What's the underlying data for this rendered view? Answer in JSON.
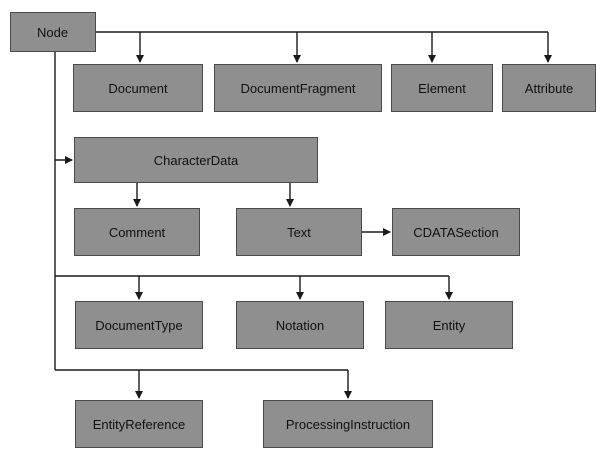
{
  "nodes": {
    "root": "Node",
    "document": "Document",
    "document_fragment": "DocumentFragment",
    "element": "Element",
    "attribute": "Attribute",
    "character_data": "CharacterData",
    "comment": "Comment",
    "text": "Text",
    "cdata_section": "CDATASection",
    "document_type": "DocumentType",
    "notation": "Notation",
    "entity": "Entity",
    "entity_reference": "EntityReference",
    "processing_instruction": "ProcessingInstruction"
  },
  "edges": [
    [
      "root",
      "document"
    ],
    [
      "root",
      "document_fragment"
    ],
    [
      "root",
      "element"
    ],
    [
      "root",
      "attribute"
    ],
    [
      "root",
      "character_data"
    ],
    [
      "character_data",
      "comment"
    ],
    [
      "character_data",
      "text"
    ],
    [
      "text",
      "cdata_section"
    ],
    [
      "root",
      "document_type"
    ],
    [
      "root",
      "notation"
    ],
    [
      "root",
      "entity"
    ],
    [
      "root",
      "entity_reference"
    ],
    [
      "root",
      "processing_instruction"
    ]
  ],
  "colors": {
    "box_fill": "#8f8f8f",
    "box_border": "#4a4a4a",
    "line": "#1a1a1a"
  }
}
